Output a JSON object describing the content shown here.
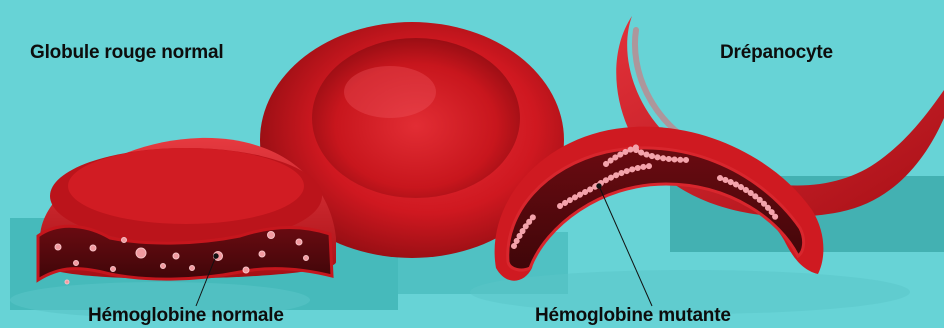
{
  "labels": {
    "normal_cell": "Globule rouge normal",
    "sickle_cell": "Drépanocyte",
    "normal_hemoglobin": "Hémoglobine normale",
    "mutant_hemoglobin": "Hémoglobine mutante"
  },
  "colors": {
    "background": "#67d3d6",
    "shadow_block": "#3fb1b2",
    "cell_red": "#d51a22",
    "cell_dark": "#7a0b10",
    "interior": "#5a0a0f",
    "hemoglobin_normal": "#f29aa0",
    "hemoglobin_mutant": "#f4a3ab",
    "label_text": "#0d0d0d"
  }
}
